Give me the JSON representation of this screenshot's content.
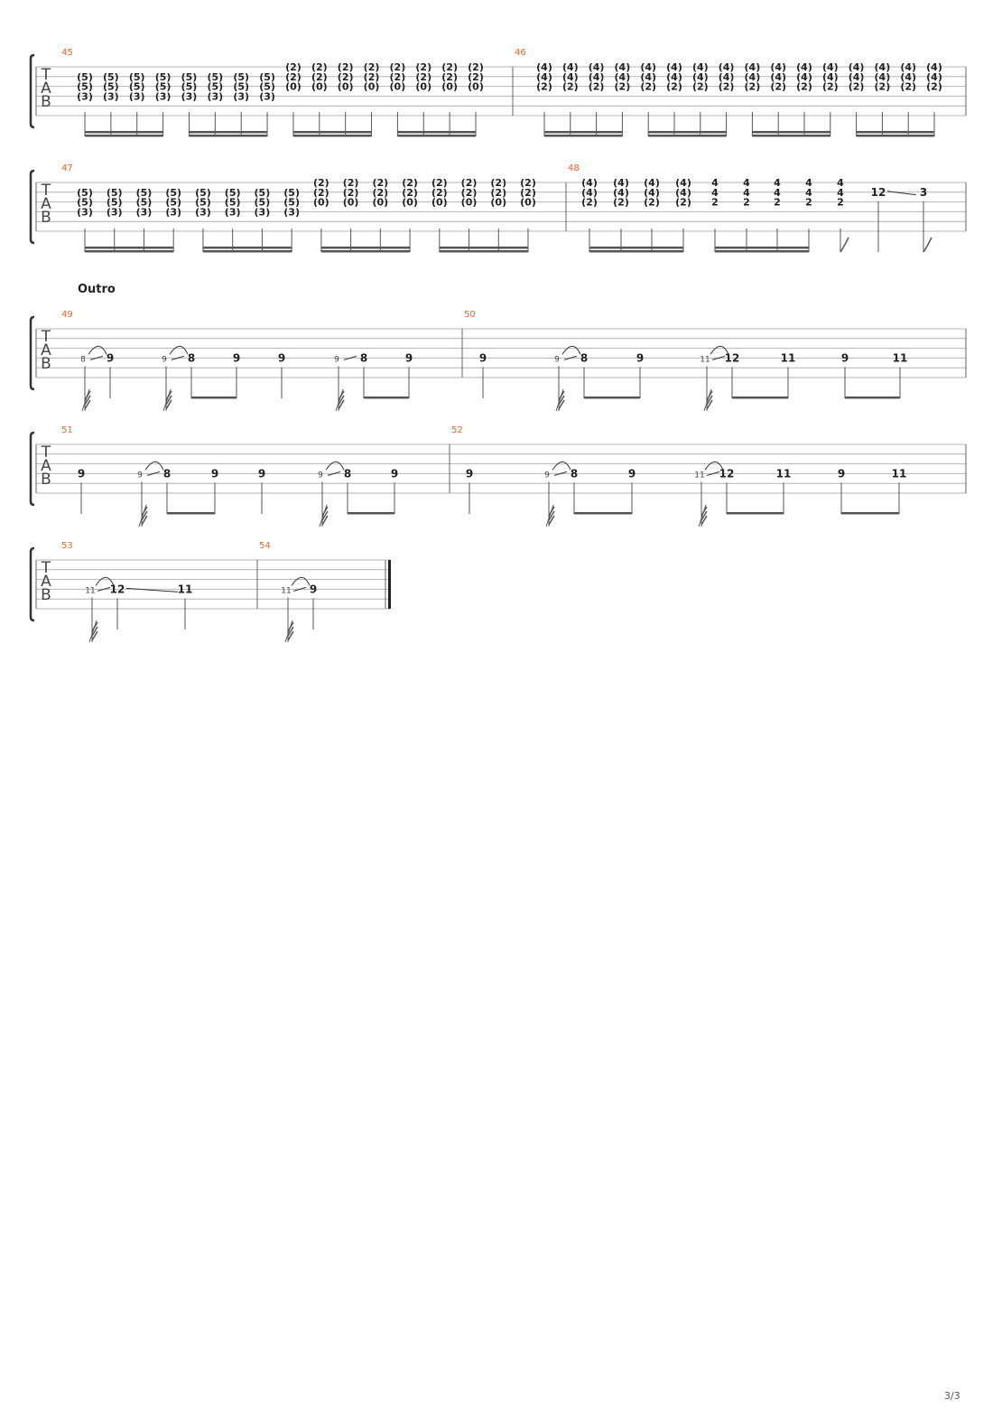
{
  "page": {
    "number": "3/3"
  },
  "section_label": "Outro",
  "tab_clef": [
    "T",
    "A",
    "B"
  ],
  "systems": [
    {
      "measures": [
        {
          "number": "45",
          "events": [
            {
              "n": [
                "(5)",
                "(5)",
                "(3)"
              ],
              "s": 3
            },
            {
              "n": [
                "(5)",
                "(5)",
                "(3)"
              ],
              "s": 3
            },
            {
              "n": [
                "(5)",
                "(5)",
                "(3)"
              ],
              "s": 3
            },
            {
              "n": [
                "(5)",
                "(5)",
                "(3)"
              ],
              "s": 3
            },
            {
              "n": [
                "(5)",
                "(5)",
                "(3)"
              ],
              "s": 3
            },
            {
              "n": [
                "(5)",
                "(5)",
                "(3)"
              ],
              "s": 3
            },
            {
              "n": [
                "(5)",
                "(5)",
                "(3)"
              ],
              "s": 3
            },
            {
              "n": [
                "(5)",
                "(5)",
                "(3)"
              ],
              "s": 3
            },
            {
              "n": [
                "(2)",
                "(2)",
                "(0)"
              ],
              "s": 2
            },
            {
              "n": [
                "(2)",
                "(2)",
                "(0)"
              ],
              "s": 2
            },
            {
              "n": [
                "(2)",
                "(2)",
                "(0)"
              ],
              "s": 2
            },
            {
              "n": [
                "(2)",
                "(2)",
                "(0)"
              ],
              "s": 2
            },
            {
              "n": [
                "(2)",
                "(2)",
                "(0)"
              ],
              "s": 2
            },
            {
              "n": [
                "(2)",
                "(2)",
                "(0)"
              ],
              "s": 2
            },
            {
              "n": [
                "(2)",
                "(2)",
                "(0)"
              ],
              "s": 2
            },
            {
              "n": [
                "(2)",
                "(2)",
                "(0)"
              ],
              "s": 2
            }
          ]
        },
        {
          "number": "46",
          "events": [
            {
              "n": [
                "(4)",
                "(4)",
                "(2)"
              ],
              "s": 2
            },
            {
              "n": [
                "(4)",
                "(4)",
                "(2)"
              ],
              "s": 2
            },
            {
              "n": [
                "(4)",
                "(4)",
                "(2)"
              ],
              "s": 2
            },
            {
              "n": [
                "(4)",
                "(4)",
                "(2)"
              ],
              "s": 2
            },
            {
              "n": [
                "(4)",
                "(4)",
                "(2)"
              ],
              "s": 2
            },
            {
              "n": [
                "(4)",
                "(4)",
                "(2)"
              ],
              "s": 2
            },
            {
              "n": [
                "(4)",
                "(4)",
                "(2)"
              ],
              "s": 2
            },
            {
              "n": [
                "(4)",
                "(4)",
                "(2)"
              ],
              "s": 2
            },
            {
              "n": [
                "(4)",
                "(4)",
                "(2)"
              ],
              "s": 2
            },
            {
              "n": [
                "(4)",
                "(4)",
                "(2)"
              ],
              "s": 2
            },
            {
              "n": [
                "(4)",
                "(4)",
                "(2)"
              ],
              "s": 2
            },
            {
              "n": [
                "(4)",
                "(4)",
                "(2)"
              ],
              "s": 2
            },
            {
              "n": [
                "(4)",
                "(4)",
                "(2)"
              ],
              "s": 2
            },
            {
              "n": [
                "(4)",
                "(4)",
                "(2)"
              ],
              "s": 2
            },
            {
              "n": [
                "(4)",
                "(4)",
                "(2)"
              ],
              "s": 2
            },
            {
              "n": [
                "(4)",
                "(4)",
                "(2)"
              ],
              "s": 2
            }
          ]
        }
      ]
    },
    {
      "measures": [
        {
          "number": "47",
          "events": [
            {
              "n": [
                "(5)",
                "(5)",
                "(3)"
              ],
              "s": 3
            },
            {
              "n": [
                "(5)",
                "(5)",
                "(3)"
              ],
              "s": 3
            },
            {
              "n": [
                "(5)",
                "(5)",
                "(3)"
              ],
              "s": 3
            },
            {
              "n": [
                "(5)",
                "(5)",
                "(3)"
              ],
              "s": 3
            },
            {
              "n": [
                "(5)",
                "(5)",
                "(3)"
              ],
              "s": 3
            },
            {
              "n": [
                "(5)",
                "(5)",
                "(3)"
              ],
              "s": 3
            },
            {
              "n": [
                "(5)",
                "(5)",
                "(3)"
              ],
              "s": 3
            },
            {
              "n": [
                "(5)",
                "(5)",
                "(3)"
              ],
              "s": 3
            },
            {
              "n": [
                "(2)",
                "(2)",
                "(0)"
              ],
              "s": 2
            },
            {
              "n": [
                "(2)",
                "(2)",
                "(0)"
              ],
              "s": 2
            },
            {
              "n": [
                "(2)",
                "(2)",
                "(0)"
              ],
              "s": 2
            },
            {
              "n": [
                "(2)",
                "(2)",
                "(0)"
              ],
              "s": 2
            },
            {
              "n": [
                "(2)",
                "(2)",
                "(0)"
              ],
              "s": 2
            },
            {
              "n": [
                "(2)",
                "(2)",
                "(0)"
              ],
              "s": 2
            },
            {
              "n": [
                "(2)",
                "(2)",
                "(0)"
              ],
              "s": 2
            },
            {
              "n": [
                "(2)",
                "(2)",
                "(0)"
              ],
              "s": 2
            }
          ]
        },
        {
          "number": "48",
          "events": [
            {
              "n": [
                "(4)",
                "(4)",
                "(2)"
              ],
              "s": 2
            },
            {
              "n": [
                "(4)",
                "(4)",
                "(2)"
              ],
              "s": 2
            },
            {
              "n": [
                "(4)",
                "(4)",
                "(2)"
              ],
              "s": 2
            },
            {
              "n": [
                "(4)",
                "(4)",
                "(2)"
              ],
              "s": 2
            },
            {
              "n": [
                "4",
                "4",
                "2"
              ],
              "s": 2
            },
            {
              "n": [
                "4",
                "4",
                "2"
              ],
              "s": 2
            },
            {
              "n": [
                "4",
                "4",
                "2"
              ],
              "s": 2
            },
            {
              "n": [
                "4",
                "4",
                "2"
              ],
              "s": 2
            },
            {
              "n": [
                "4",
                "4",
                "2"
              ],
              "s": 2,
              "flag": "eighth"
            },
            {
              "n": [
                "12"
              ],
              "s": 1,
              "slide_to": "next"
            },
            {
              "n": [
                "3"
              ],
              "s": 1,
              "flag": "eighth"
            }
          ]
        }
      ]
    },
    {
      "measures": [
        {
          "number": "49",
          "events": [
            {
              "n": [
                "9"
              ],
              "s": 3,
              "grace": "8"
            },
            {
              "n": [
                "8"
              ],
              "s": 3,
              "grace": "9"
            },
            {
              "n": [
                "9"
              ],
              "s": 3
            },
            {
              "n": [
                "9"
              ],
              "s": 3
            },
            {
              "n": [
                "8"
              ],
              "s": 3,
              "grace": "9",
              "grace_plain": true
            },
            {
              "n": [
                "9"
              ],
              "s": 3
            }
          ]
        },
        {
          "number": "50",
          "events": [
            {
              "n": [
                "9"
              ],
              "s": 3
            },
            {
              "n": [
                "8"
              ],
              "s": 3,
              "grace": "9"
            },
            {
              "n": [
                "9"
              ],
              "s": 3
            },
            {
              "n": [
                "12"
              ],
              "s": 3,
              "grace": "11"
            },
            {
              "n": [
                "11"
              ],
              "s": 3
            },
            {
              "n": [
                "9"
              ],
              "s": 3
            },
            {
              "n": [
                "11"
              ],
              "s": 3
            }
          ]
        }
      ]
    },
    {
      "measures": [
        {
          "number": "51",
          "events": [
            {
              "n": [
                "9"
              ],
              "s": 3
            },
            {
              "n": [
                "8"
              ],
              "s": 3,
              "grace": "9"
            },
            {
              "n": [
                "9"
              ],
              "s": 3
            },
            {
              "n": [
                "9"
              ],
              "s": 3
            },
            {
              "n": [
                "8"
              ],
              "s": 3,
              "grace": "9"
            },
            {
              "n": [
                "9"
              ],
              "s": 3
            }
          ]
        },
        {
          "number": "52",
          "events": [
            {
              "n": [
                "9"
              ],
              "s": 3
            },
            {
              "n": [
                "8"
              ],
              "s": 3,
              "grace": "9"
            },
            {
              "n": [
                "9"
              ],
              "s": 3
            },
            {
              "n": [
                "12"
              ],
              "s": 3,
              "grace": "11"
            },
            {
              "n": [
                "11"
              ],
              "s": 3
            },
            {
              "n": [
                "9"
              ],
              "s": 3
            },
            {
              "n": [
                "11"
              ],
              "s": 3
            }
          ]
        }
      ]
    },
    {
      "measures": [
        {
          "number": "53",
          "events": [
            {
              "n": [
                "12"
              ],
              "s": 3,
              "grace": "11",
              "slide_to": "next"
            },
            {
              "n": [
                "11"
              ],
              "s": 3
            }
          ]
        },
        {
          "number": "54",
          "events": [
            {
              "n": [
                "9"
              ],
              "s": 3,
              "grace": "11"
            }
          ]
        }
      ]
    }
  ],
  "colors": {
    "measure_number": "#e8662a",
    "ink": "#222222",
    "staff_line": "#b4b4b4"
  }
}
